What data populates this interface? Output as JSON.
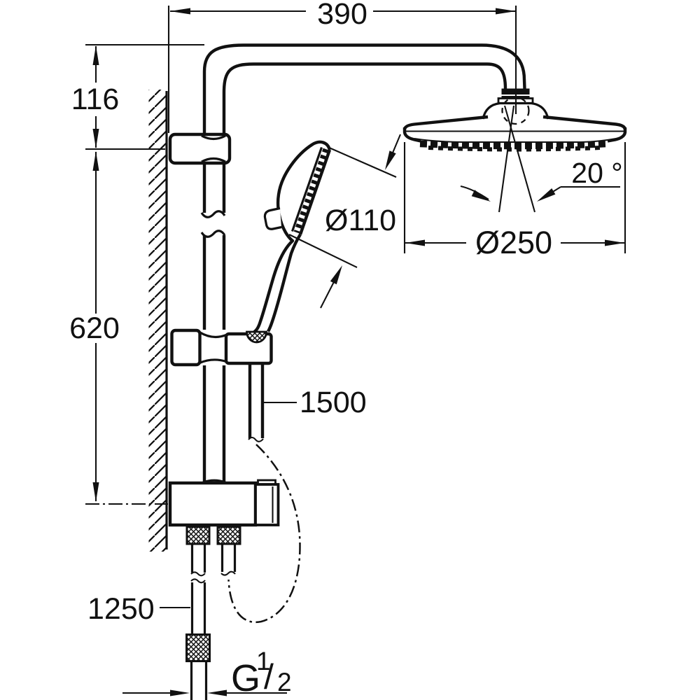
{
  "meta": {
    "background_color": "#ffffff",
    "line_color": "#111111",
    "drawing_type": "shower-system-technical-dimension-drawing"
  },
  "labels": {
    "top_width": "390",
    "upper_height": "116",
    "rail_height": "620",
    "hand_shower_diameter": "Ø110",
    "head_shower_angle": "20 °",
    "head_shower_diameter": "Ø250",
    "shower_hose_length": "1500",
    "supply_hose_length": "1250",
    "thread_letter": "G",
    "thread_numerator": "1",
    "thread_slash": "/",
    "thread_denominator": "2"
  }
}
